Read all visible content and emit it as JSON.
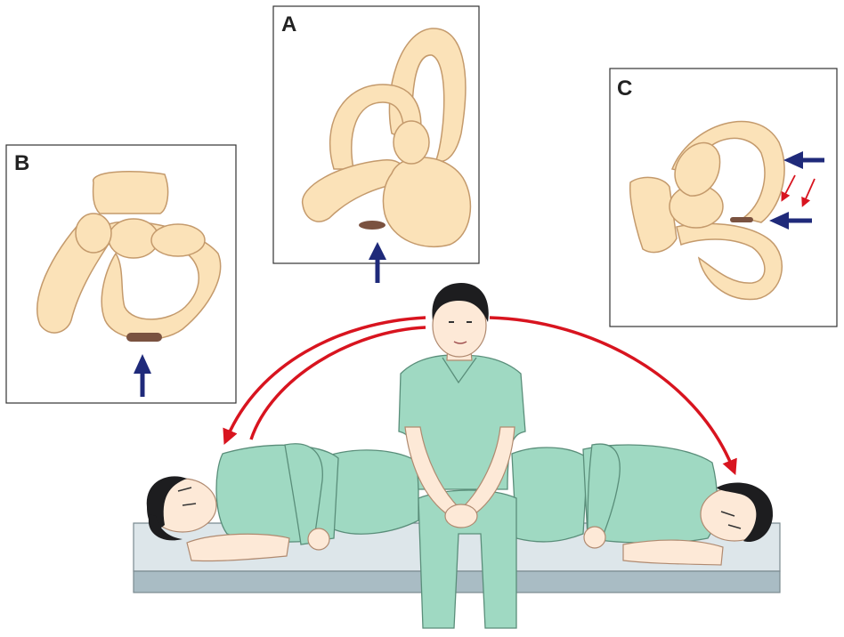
{
  "panels": {
    "a": {
      "label": "A"
    },
    "b": {
      "label": "B"
    },
    "c": {
      "label": "C"
    }
  },
  "colors": {
    "canal_fill": "#fbe2b8",
    "canal_stroke": "#c49a6c",
    "cupula": "#7a5240",
    "blue_arrow": "#1f2a7a",
    "red_arrow": "#d8141f",
    "scrubs": "#9fd9c2",
    "scrubs_shadow": "#7fc4a8",
    "skin": "#fde9d7",
    "hair": "#1d1d1f",
    "table_top": "#dde6ea",
    "table_side": "#a9bcc4"
  },
  "icons": [
    "inner-ear-illustration",
    "patient-figure",
    "examination-table"
  ]
}
